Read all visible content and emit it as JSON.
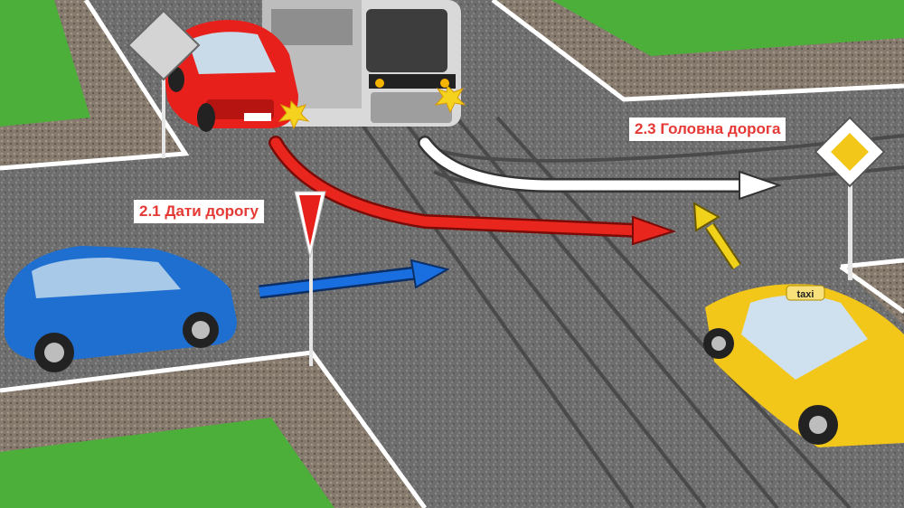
{
  "signs": {
    "give_way_label": "2.1 Дати дорогу",
    "main_road_label": "2.3 Головна дорога"
  },
  "vehicles": {
    "taxi_roof_text": "taxi"
  },
  "colors": {
    "grass": "#4caf3a",
    "asphalt": "#707070",
    "gravel": "#8a7f73",
    "red_car": "#e8201c",
    "blue_car": "#1e6fd0",
    "taxi": "#f3c61a",
    "tram": "#d9d9d9",
    "arrow_red": "#e8261d",
    "arrow_blue": "#1a6fe0",
    "arrow_white": "#ffffff",
    "arrow_yellow": "#f1d21b",
    "label_text": "#e53935"
  }
}
